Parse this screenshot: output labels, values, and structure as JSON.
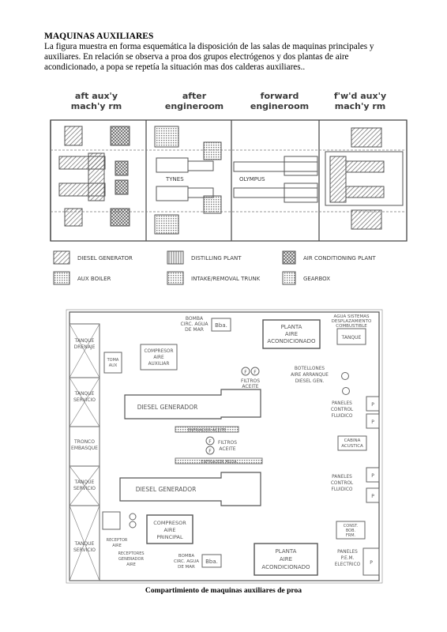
{
  "heading": "MAQUINAS AUXILIARES",
  "paragraph": "La figura muestra en forma esquemática la disposición de las salas de maquinas principales y auxiliares. En relación se observa a proa dos grupos electrógenos y dos plantas de aire acondicionado, a popa se repetía la situación mas dos calderas auxiliares..",
  "caption": "Compartimiento de maquinas auxiliares de proa",
  "top_diagram": {
    "room_labels": [
      {
        "line1": "aft aux'y",
        "line2": "mach'y rm"
      },
      {
        "line1": "after",
        "line2": "engineroom"
      },
      {
        "line1": "forward",
        "line2": "engineroom"
      },
      {
        "line1": "f'w'd aux'y",
        "line2": "mach'y rm"
      }
    ],
    "engine_labels": [
      "TYNES",
      "OLYMPUS"
    ]
  },
  "legend": [
    "DIESEL GENERATOR",
    "AUX BOILER",
    "DISTILLING PLANT",
    "INTAKE/REMOVAL TRUNK",
    "AIR CONDITIONING PLANT",
    "GEARBOX"
  ],
  "bottom_diagram": {
    "labels": {
      "tanque_drenaje": [
        "TANQUE",
        "DRENAJE"
      ],
      "tanque_servicio_1": [
        "TANQUE",
        "SERVICIO"
      ],
      "tronco_embasque": [
        "TRONCO",
        "EMBASQUE"
      ],
      "tanque_servicio_2": [
        "TANQUE",
        "SERVICIO"
      ],
      "tanque_servicio_3": [
        "TANQUE",
        "SERVICIO"
      ],
      "bomba_top": [
        "BOMBA",
        "CIRC. AGUA",
        "DE MAR"
      ],
      "bba_top": "Bba.",
      "planta_top": [
        "PLANTA",
        "AIRE",
        "ACONDICIONADO"
      ],
      "agua_sistemas": [
        "AGUA SISTEMAS",
        "DESPLAZAMIENTO",
        "COMBUSTIBLE"
      ],
      "tanque_right": "TANQUE",
      "compresor_aux": [
        "COMPRESOR",
        "AIRE",
        "AUXILIAR"
      ],
      "toma_aux": [
        "TOMA",
        "AUX"
      ],
      "filtros_top": [
        "FILTROS",
        "ACEITE"
      ],
      "botellones": [
        "BOTELLONES",
        "AIRE ARRANQUE",
        "DIESEL GEN."
      ],
      "diesel_1": "DIESEL GENERADOR",
      "bar_1": "ENFRIADOR ACEITE",
      "filtros_mid": [
        "FILTROS",
        "ACEITE"
      ],
      "bar_2": "ENFRIADOR AGUA",
      "diesel_2": "DIESEL GENERADOR",
      "paneles_1": [
        "PANELES",
        "CONTROL",
        "FLUIDICO"
      ],
      "cabina": [
        "CABINA",
        "ACUSTICA"
      ],
      "paneles_2": [
        "PANELES",
        "CONTROL",
        "FLUIDICO"
      ],
      "const": [
        "CONST.",
        "BOB.",
        "FRM."
      ],
      "paneles_3": [
        "PANELES",
        "P.E.M.",
        "ELECTRICO"
      ],
      "toma_bottom": [
        "RECEPTOR",
        "AIRE"
      ],
      "compresor_principal": [
        "COMPRESOR",
        "AIRE",
        "PRINCIPAL"
      ],
      "receptores": [
        "RECEPTORES",
        "GENERADOR",
        "AIRE"
      ],
      "bomba_bottom": [
        "BOMBA",
        "CIRC. AGUA",
        "DE MAR"
      ],
      "bba_bottom": "Bba.",
      "planta_bottom": [
        "PLANTA",
        "AIRE",
        "ACONDICIONADO"
      ]
    }
  }
}
